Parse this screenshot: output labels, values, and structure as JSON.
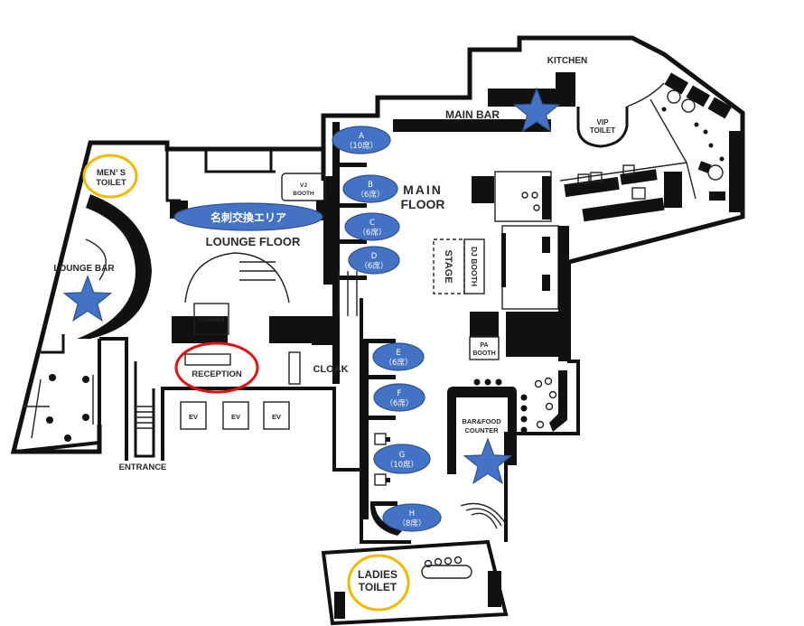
{
  "title": "Venue floor map",
  "colors": {
    "wall": "#111111",
    "seat_marker": "#4472c4",
    "star_marker": "#4472c4",
    "toilet_highlight": "#f5b800",
    "reception_highlight": "#e01010"
  },
  "areas": {
    "kitchen": "KITCHEN",
    "main_bar": "MAIN BAR",
    "vip_toilet_1": "VIP",
    "vip_toilet_2": "TOILET",
    "main_floor_1": "MAIN",
    "main_floor_2": "FLOOR",
    "vj_booth_1": "VJ",
    "vj_booth_2": "BOOTH",
    "lounge_floor": "LOUNGE FLOOR",
    "lounge_bar": "LOUNGE BAR",
    "mens_toilet_1": "MEN’ S",
    "mens_toilet_2": "TOILET",
    "stage": "STAGE",
    "dj_booth": "DJ BOOTH",
    "pa_booth_1": "PA",
    "pa_booth_2": "BOOTH",
    "cashier": "CASHIER",
    "reception": "RECEPTION",
    "cloak": "CLOAK",
    "ev": "EV",
    "entrance": "ENTRANCE",
    "bar_food_1": "BAR&FOOD",
    "bar_food_2": "COUNTER",
    "ladies_toilet_1": "LADIES",
    "ladies_toilet_2": "TOILET"
  },
  "highlight_area": "名刺交換エリア",
  "seats": [
    {
      "id": "A",
      "capacity": "（10席）"
    },
    {
      "id": "B",
      "capacity": "（6席）"
    },
    {
      "id": "C",
      "capacity": "（6席）"
    },
    {
      "id": "D",
      "capacity": "（6席）"
    },
    {
      "id": "E",
      "capacity": "（6席）"
    },
    {
      "id": "F",
      "capacity": "（6席）"
    },
    {
      "id": "G",
      "capacity": "（10席）"
    },
    {
      "id": "H",
      "capacity": "（8席）"
    }
  ],
  "star_markers": [
    "main-bar",
    "lounge-bar",
    "bar-food-counter"
  ]
}
